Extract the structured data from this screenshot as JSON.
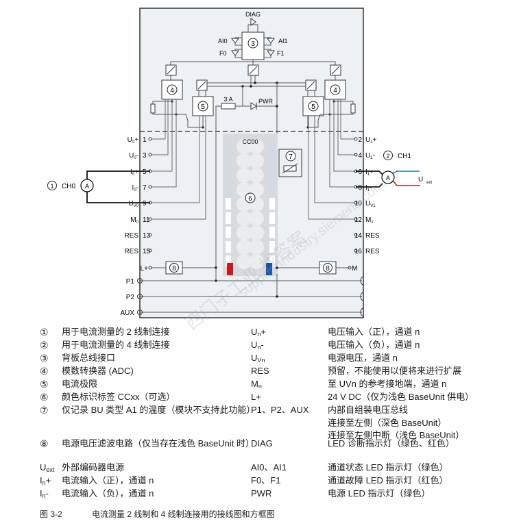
{
  "diagram": {
    "top": {
      "diag_label": "DIAG",
      "ai0_label": "AI0",
      "ai1_label": "AI1",
      "f0_label": "F0",
      "f1_label": "F1",
      "backplane_num": "3",
      "adc_num": "4",
      "limit_num": "5",
      "fuse_label": "3 A",
      "pwr_label": "PWR"
    },
    "center": {
      "color_label": "CC00",
      "color_num": "6",
      "temp_num": "7",
      "filter_num": "8",
      "label_colors": {
        "red": "#d7141e",
        "blue": "#1253a4"
      }
    },
    "left_terminals": [
      {
        "name": "U0+",
        "main": "U",
        "sub": "0",
        "suffix": "+",
        "pin": "1"
      },
      {
        "name": "U0-",
        "main": "U",
        "sub": "0",
        "suffix": "-",
        "pin": "3"
      },
      {
        "name": "I0+",
        "main": "I",
        "sub": "0",
        "suffix": "+",
        "pin": "5"
      },
      {
        "name": "I0-",
        "main": "I",
        "sub": "0",
        "suffix": "-",
        "pin": "7"
      },
      {
        "name": "UV0",
        "main": "U",
        "sub": "V0",
        "suffix": "",
        "pin": "9"
      },
      {
        "name": "M0",
        "main": "M",
        "sub": "0",
        "suffix": "",
        "pin": "11"
      },
      {
        "name": "RES",
        "main": "RES",
        "sub": "",
        "suffix": "",
        "pin": "13"
      },
      {
        "name": "RES",
        "main": "RES",
        "sub": "",
        "suffix": "",
        "pin": "15"
      },
      {
        "name": "L+",
        "main": "L+",
        "sub": "",
        "suffix": "",
        "pin": ""
      }
    ],
    "right_terminals": [
      {
        "name": "U1+",
        "main": "U",
        "sub": "1",
        "suffix": "+",
        "pin": "2"
      },
      {
        "name": "U1-",
        "main": "U",
        "sub": "1",
        "suffix": "-",
        "pin": "4"
      },
      {
        "name": "I1+",
        "main": "I",
        "sub": "1",
        "suffix": "+",
        "pin": "6"
      },
      {
        "name": "I1-",
        "main": "I",
        "sub": "1",
        "suffix": "-",
        "pin": "8"
      },
      {
        "name": "UV1",
        "main": "U",
        "sub": "V1",
        "suffix": "",
        "pin": "10"
      },
      {
        "name": "M1",
        "main": "M",
        "sub": "1",
        "suffix": "",
        "pin": "12"
      },
      {
        "name": "RES",
        "main": "RES",
        "sub": "",
        "suffix": "",
        "pin": "14"
      },
      {
        "name": "RES",
        "main": "RES",
        "sub": "",
        "suffix": "",
        "pin": "16"
      },
      {
        "name": "M",
        "main": "M",
        "sub": "",
        "suffix": "",
        "pin": ""
      }
    ],
    "buses": [
      "P1",
      "P2",
      "AUX"
    ],
    "ch0": {
      "num": "1",
      "label": "CH0",
      "meter": "A"
    },
    "ch1": {
      "num": "2",
      "label": "CH1",
      "meter": "A",
      "uext_main": "U",
      "uext_sub": "ext",
      "wire_colors": {
        "top": "#1a7fa8",
        "bottom": "#d7141e"
      }
    }
  },
  "legend": [
    {
      "key": "①",
      "desc": "用于电流测量的 2 线制连接",
      "sym_main": "U",
      "sym_sub": "n",
      "sym_suffix": "+",
      "meaning": [
        "电压输入（正），通道 n"
      ]
    },
    {
      "key": "②",
      "desc": "用于电流测量的 4 线制连接",
      "sym_main": "U",
      "sym_sub": "n",
      "sym_suffix": "-",
      "meaning": [
        "电压输入（负），通道 n"
      ]
    },
    {
      "key": "③",
      "desc": "背板总线接口",
      "sym_main": "U",
      "sym_sub": "Vn",
      "sym_suffix": "",
      "meaning": [
        "电源电压，通道 n"
      ]
    },
    {
      "key": "④",
      "desc": "模数转换器 (ADC)",
      "sym_main": "RES",
      "sym_sub": "",
      "sym_suffix": "",
      "meaning": [
        "预留，不能使用以便将来进行扩展"
      ]
    },
    {
      "key": "⑤",
      "desc": "电流极限",
      "sym_main": "M",
      "sym_sub": "n",
      "sym_suffix": "",
      "meaning": [
        "至 UVn 的参考接地端，通道 n"
      ]
    },
    {
      "key": "⑥",
      "desc": "颜色标识标签 CCxx（可选）",
      "sym_main": "L+",
      "sym_sub": "",
      "sym_suffix": "",
      "meaning": [
        "24 V DC（仅为浅色 BaseUnit 供电）"
      ]
    },
    {
      "key": "⑦",
      "desc": "仅记录 BU 类型 A1 的温度（模块不支持此功能）",
      "sym_main": "P1、P2、AUX",
      "sym_sub": "",
      "sym_suffix": "",
      "meaning": [
        "内部自组装电压总线",
        "连接至左侧（深色 BaseUnit）",
        "连接至左侧中断（浅色 BaseUnit）"
      ]
    },
    {
      "key": "⑧",
      "desc": "电源电压滤波电路（仅当存在浅色 BaseUnit 时）",
      "sym_main": "DIAG",
      "sym_sub": "",
      "sym_suffix": "",
      "meaning": [
        "LED 诊断指示灯（绿色、红色）"
      ]
    },
    {
      "key_main": "U",
      "key_sub": "ext",
      "desc": "外部编码器电源",
      "sym_main": "AI0、AI1",
      "sym_sub": "",
      "sym_suffix": "",
      "meaning": [
        "通道状态 LED 指示灯（绿色）"
      ]
    },
    {
      "key_main": "I",
      "key_sub": "n",
      "key_suffix": "+",
      "desc": "电流输入（正），通道 n",
      "sym_main": "F0、F1",
      "sym_sub": "",
      "sym_suffix": "",
      "meaning": [
        "通道故障 LED 指示灯（红色）"
      ]
    },
    {
      "key_main": "I",
      "key_sub": "n",
      "key_suffix": "-",
      "desc": "电流输入（负），通道 n",
      "sym_main": "PWR",
      "sym_sub": "",
      "sym_suffix": "",
      "meaning": [
        "电源 LED 指示灯（绿色）"
      ]
    }
  ],
  "caption": {
    "figure": "图 3-2",
    "title": "电流测量 2 线制和 4 线制连接用的接线图和方框图"
  },
  "watermark": {
    "cn": "西门子工业 找答案",
    "url": "support.industry.siemens.com/cs"
  }
}
